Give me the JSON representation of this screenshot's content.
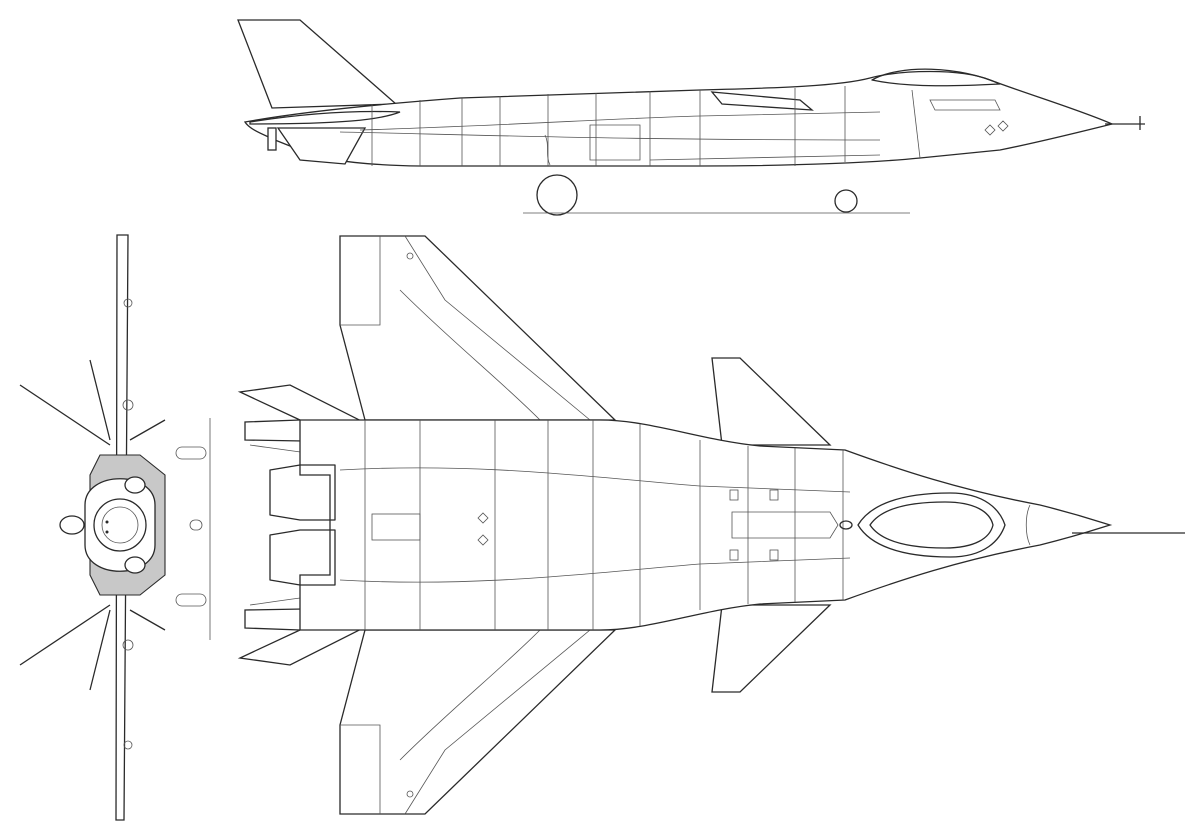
{
  "drawing": {
    "views": [
      "side-view",
      "top-view",
      "front-view"
    ],
    "colors": {
      "line": "#2a2a2a",
      "background": "#ffffff",
      "shading": "#c8c8c8"
    }
  }
}
